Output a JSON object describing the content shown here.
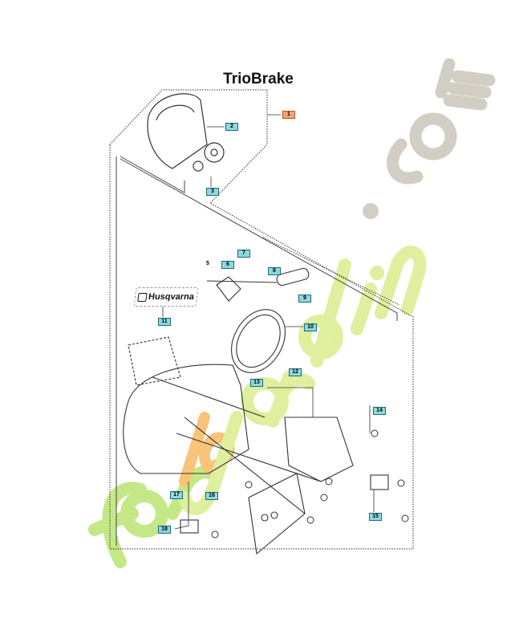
{
  "title": "TrioBrake",
  "decal_text": "Husqvarna",
  "watermark": "foretjardin.com",
  "parts": [
    {
      "id": "1",
      "style": "orange"
    },
    {
      "id": "2",
      "style": "box"
    },
    {
      "id": "3",
      "style": "box"
    },
    {
      "id": "5",
      "style": "plain"
    },
    {
      "id": "6",
      "style": "box"
    },
    {
      "id": "7",
      "style": "box"
    },
    {
      "id": "8",
      "style": "box"
    },
    {
      "id": "9",
      "style": "box"
    },
    {
      "id": "10",
      "style": "box"
    },
    {
      "id": "11",
      "style": "box"
    },
    {
      "id": "12",
      "style": "box"
    },
    {
      "id": "13",
      "style": "box"
    },
    {
      "id": "14",
      "style": "box"
    },
    {
      "id": "15",
      "style": "box"
    },
    {
      "id": "16",
      "style": "box"
    },
    {
      "id": "17",
      "style": "box"
    },
    {
      "id": "18",
      "style": "box"
    }
  ],
  "colors": {
    "label_fill": "#8fd8e0",
    "label_orange": "#f5a37a",
    "watermark_green": "#b6e36a",
    "watermark_orange": "#f7b65a",
    "watermark_gray": "#c9c2b6"
  }
}
